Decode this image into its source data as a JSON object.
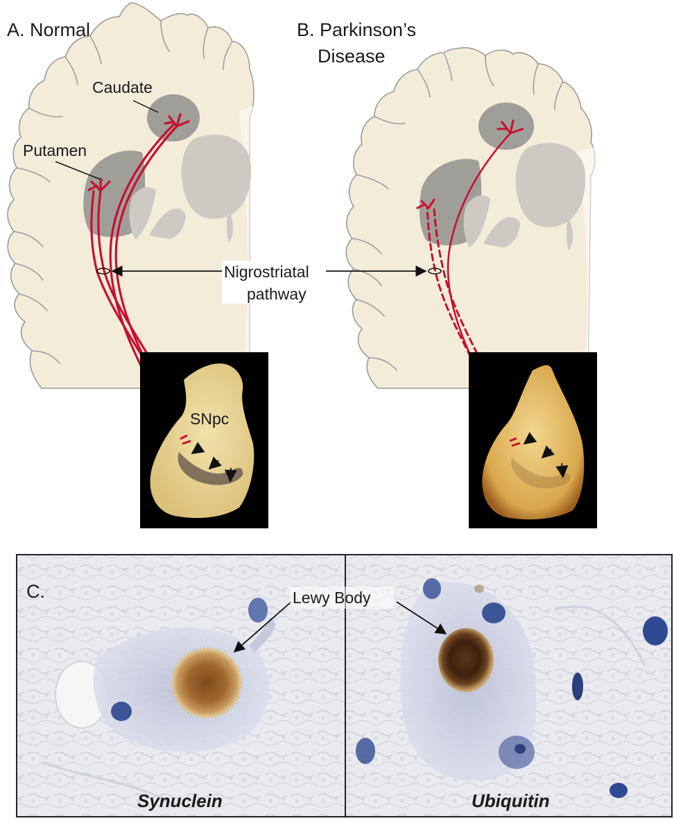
{
  "panels": {
    "a": {
      "title": "A. Normal"
    },
    "b": {
      "title_line1": "B. Parkinson’s",
      "title_line2": "Disease"
    },
    "c": {
      "title": "C."
    }
  },
  "labels": {
    "caudate": "Caudate",
    "putamen": "Putamen",
    "pathway_line1": "Nigrostriatal",
    "pathway_line2": "pathway",
    "snpc": "SNpc",
    "lewy_body": "Lewy Body",
    "stain_left": "Synuclein",
    "stain_right": "Ubiquitin"
  },
  "colors": {
    "brain_fill": "#f3ecd9",
    "brain_outline": "#9a9a9a",
    "striatum": "#a09e99",
    "deep_nuclei": "#cdcac3",
    "pathway": "#c8102e",
    "tissue": "#e8d398",
    "background_dark": "#000000",
    "lewy_body_synuclein": "#9b6a35",
    "lewy_body_ubiquitin": "#4a2a14",
    "hematoxylin": "#3c5597"
  }
}
